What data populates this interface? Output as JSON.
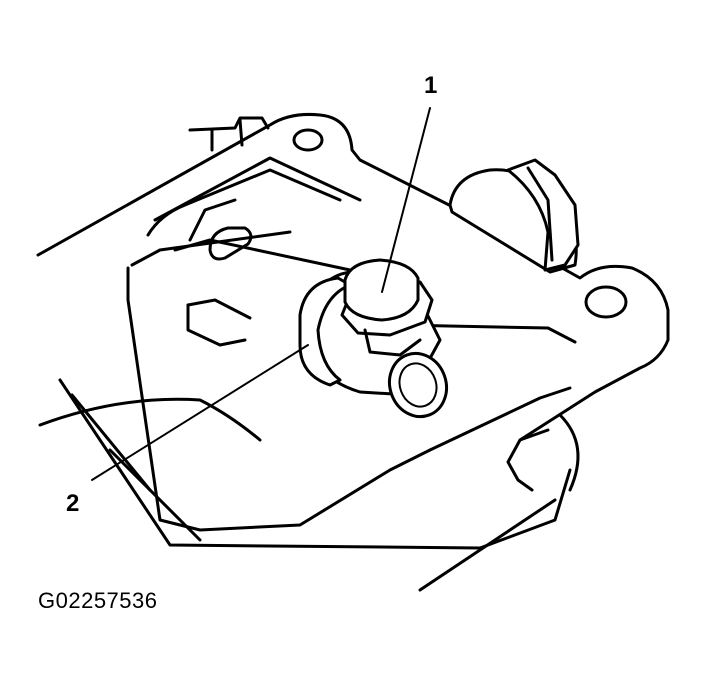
{
  "callouts": [
    {
      "number": "1"
    },
    {
      "number": "2"
    }
  ],
  "figure_id": "G02257536",
  "colors": {
    "ink": "#000000",
    "paper": "#ffffff"
  }
}
